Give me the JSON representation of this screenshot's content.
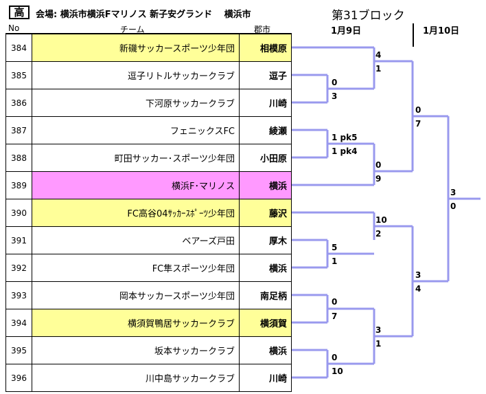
{
  "header": {
    "badge": "高",
    "venue": "会場: 横浜市横浜Fマリノス 新子安グランド　 横浜市",
    "block_title": "第31ブロック",
    "date1": "1月9日",
    "date2": "1月10日",
    "col_no": "No",
    "col_team": "チーム",
    "col_city": "郡市"
  },
  "colors": {
    "yellow": "#ffff99",
    "pink": "#ff99ff",
    "bracket": "#9999ee"
  },
  "teams": [
    {
      "no": "384",
      "name": "新磯サッカースポーツ少年団",
      "city": "相模原",
      "hl": "yellow"
    },
    {
      "no": "385",
      "name": "逗子リトルサッカークラブ",
      "city": "逗子",
      "hl": ""
    },
    {
      "no": "386",
      "name": "下河原サッカークラブ",
      "city": "川崎",
      "hl": ""
    },
    {
      "no": "387",
      "name": "フェニックスFC",
      "city": "綾瀬",
      "hl": ""
    },
    {
      "no": "388",
      "name": "町田サッカー･スポーツ少年団",
      "city": "小田原",
      "hl": ""
    },
    {
      "no": "389",
      "name": "横浜F･マリノス",
      "city": "横浜",
      "hl": "pink"
    },
    {
      "no": "390",
      "name": "FC高谷04ｻｯｶｰｽﾎﾟｰﾂ少年団",
      "city": "藤沢",
      "hl": "yellow"
    },
    {
      "no": "391",
      "name": "ベアーズ戸田",
      "city": "厚木",
      "hl": ""
    },
    {
      "no": "392",
      "name": "FC隼スポーツ少年団",
      "city": "横浜",
      "hl": ""
    },
    {
      "no": "393",
      "name": "岡本サッカースポーツ少年団",
      "city": "南足柄",
      "hl": ""
    },
    {
      "no": "394",
      "name": "横須賀鴨居サッカークラブ",
      "city": "横須賀",
      "hl": "yellow"
    },
    {
      "no": "395",
      "name": "坂本サッカークラブ",
      "city": "横浜",
      "hl": ""
    },
    {
      "no": "396",
      "name": "川中島サッカークラブ",
      "city": "川崎",
      "hl": ""
    }
  ],
  "scores": {
    "m385_386_a": "0",
    "m385_386_b": "3",
    "m387_388_a": "1 pk5",
    "m387_388_b": "1 pk4",
    "m391_392_a": "5",
    "m391_392_b": "1",
    "m393_394_a": "0",
    "m393_394_b": "7",
    "m395_396_a": "0",
    "m395_396_b": "10",
    "r2_a_top": "4",
    "r2_a_bot": "1",
    "r2_b_top": "0",
    "r2_b_bot": "9",
    "r2_c_top": "10",
    "r2_c_bot": "2",
    "r2_d_top": "3",
    "r2_d_bot": "1",
    "sf1_top": "0",
    "sf1_bot": "7",
    "sf2_top": "3",
    "sf2_bot": "4",
    "final_top": "3",
    "final_bot": "0"
  }
}
